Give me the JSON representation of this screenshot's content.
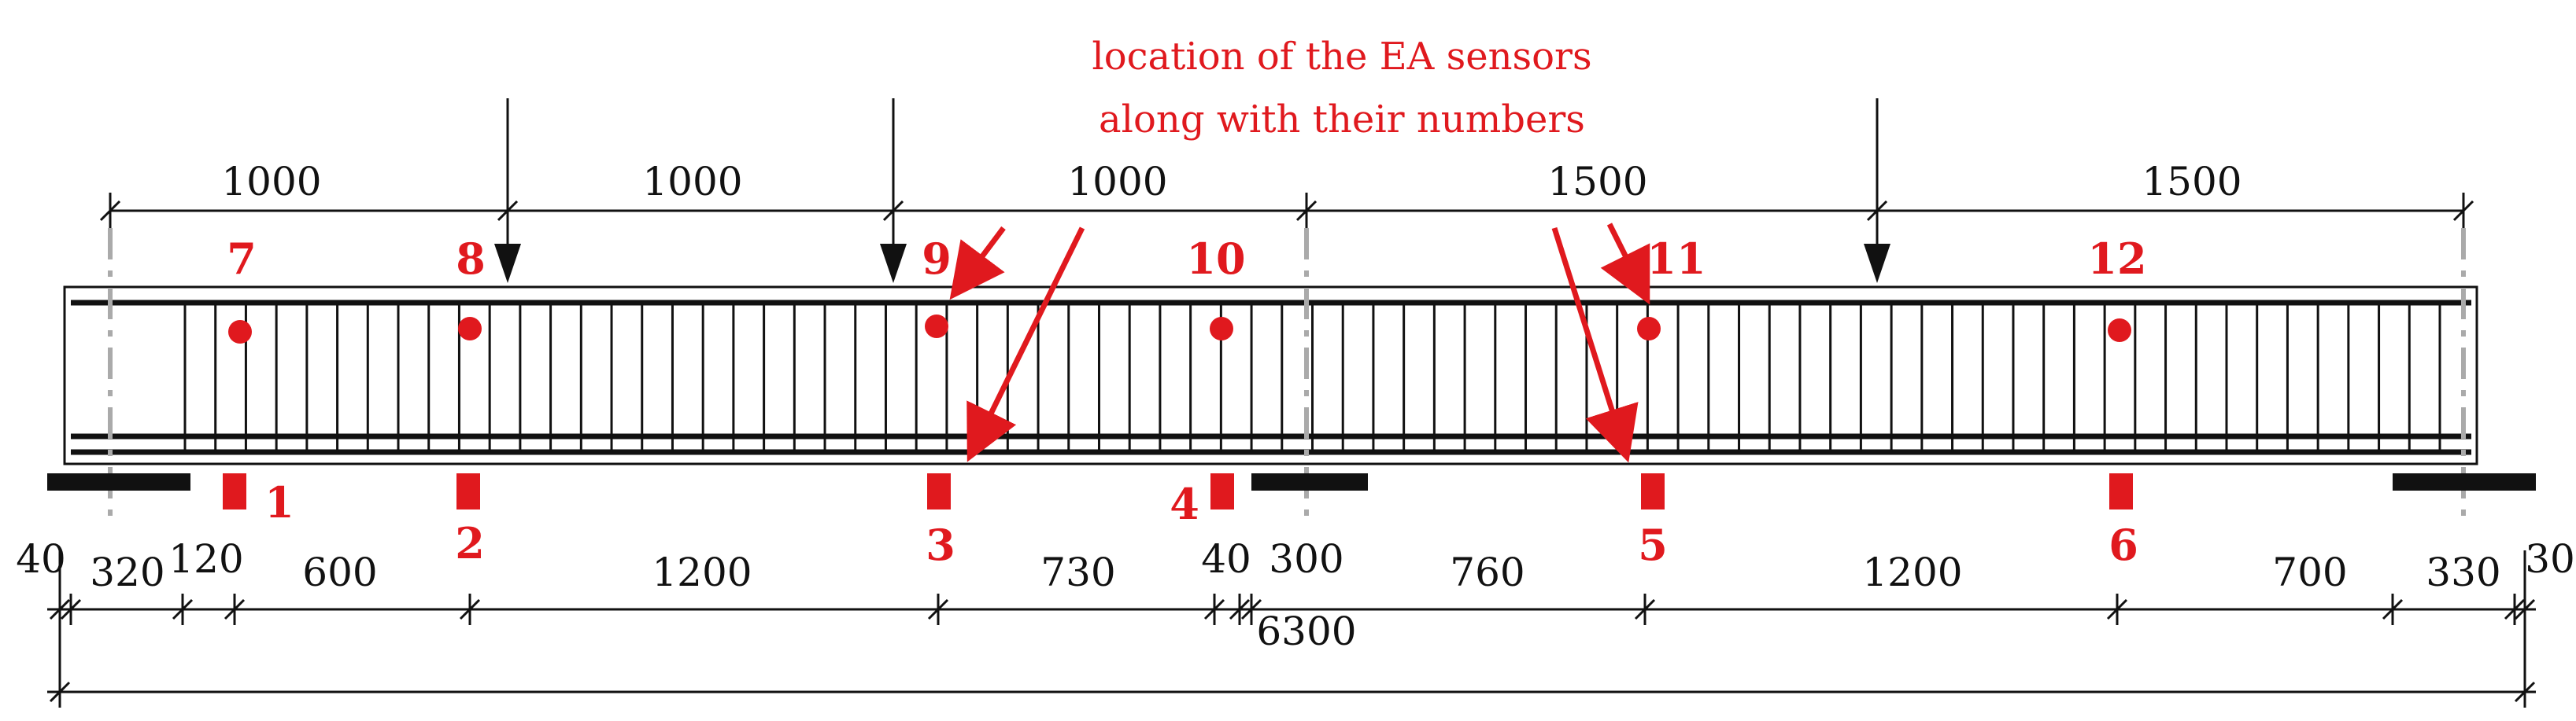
{
  "annotation": {
    "line1": "location of the EA sensors",
    "line2": "along with their numbers"
  },
  "top_spans": [
    "1000",
    "1000",
    "1000",
    "1500",
    "1500"
  ],
  "bottom_dims": [
    "40",
    "320",
    "120",
    "600",
    "1200",
    "730",
    "40",
    "300",
    "760",
    "1200",
    "700",
    "330",
    "30"
  ],
  "total_length": "6300",
  "sensors_top": [
    "7",
    "8",
    "9",
    "10",
    "11",
    "12"
  ],
  "sensors_bottom": [
    "1",
    "2",
    "3",
    "4",
    "5",
    "6"
  ],
  "colors": {
    "red": "#e0191e",
    "black": "#111111"
  }
}
